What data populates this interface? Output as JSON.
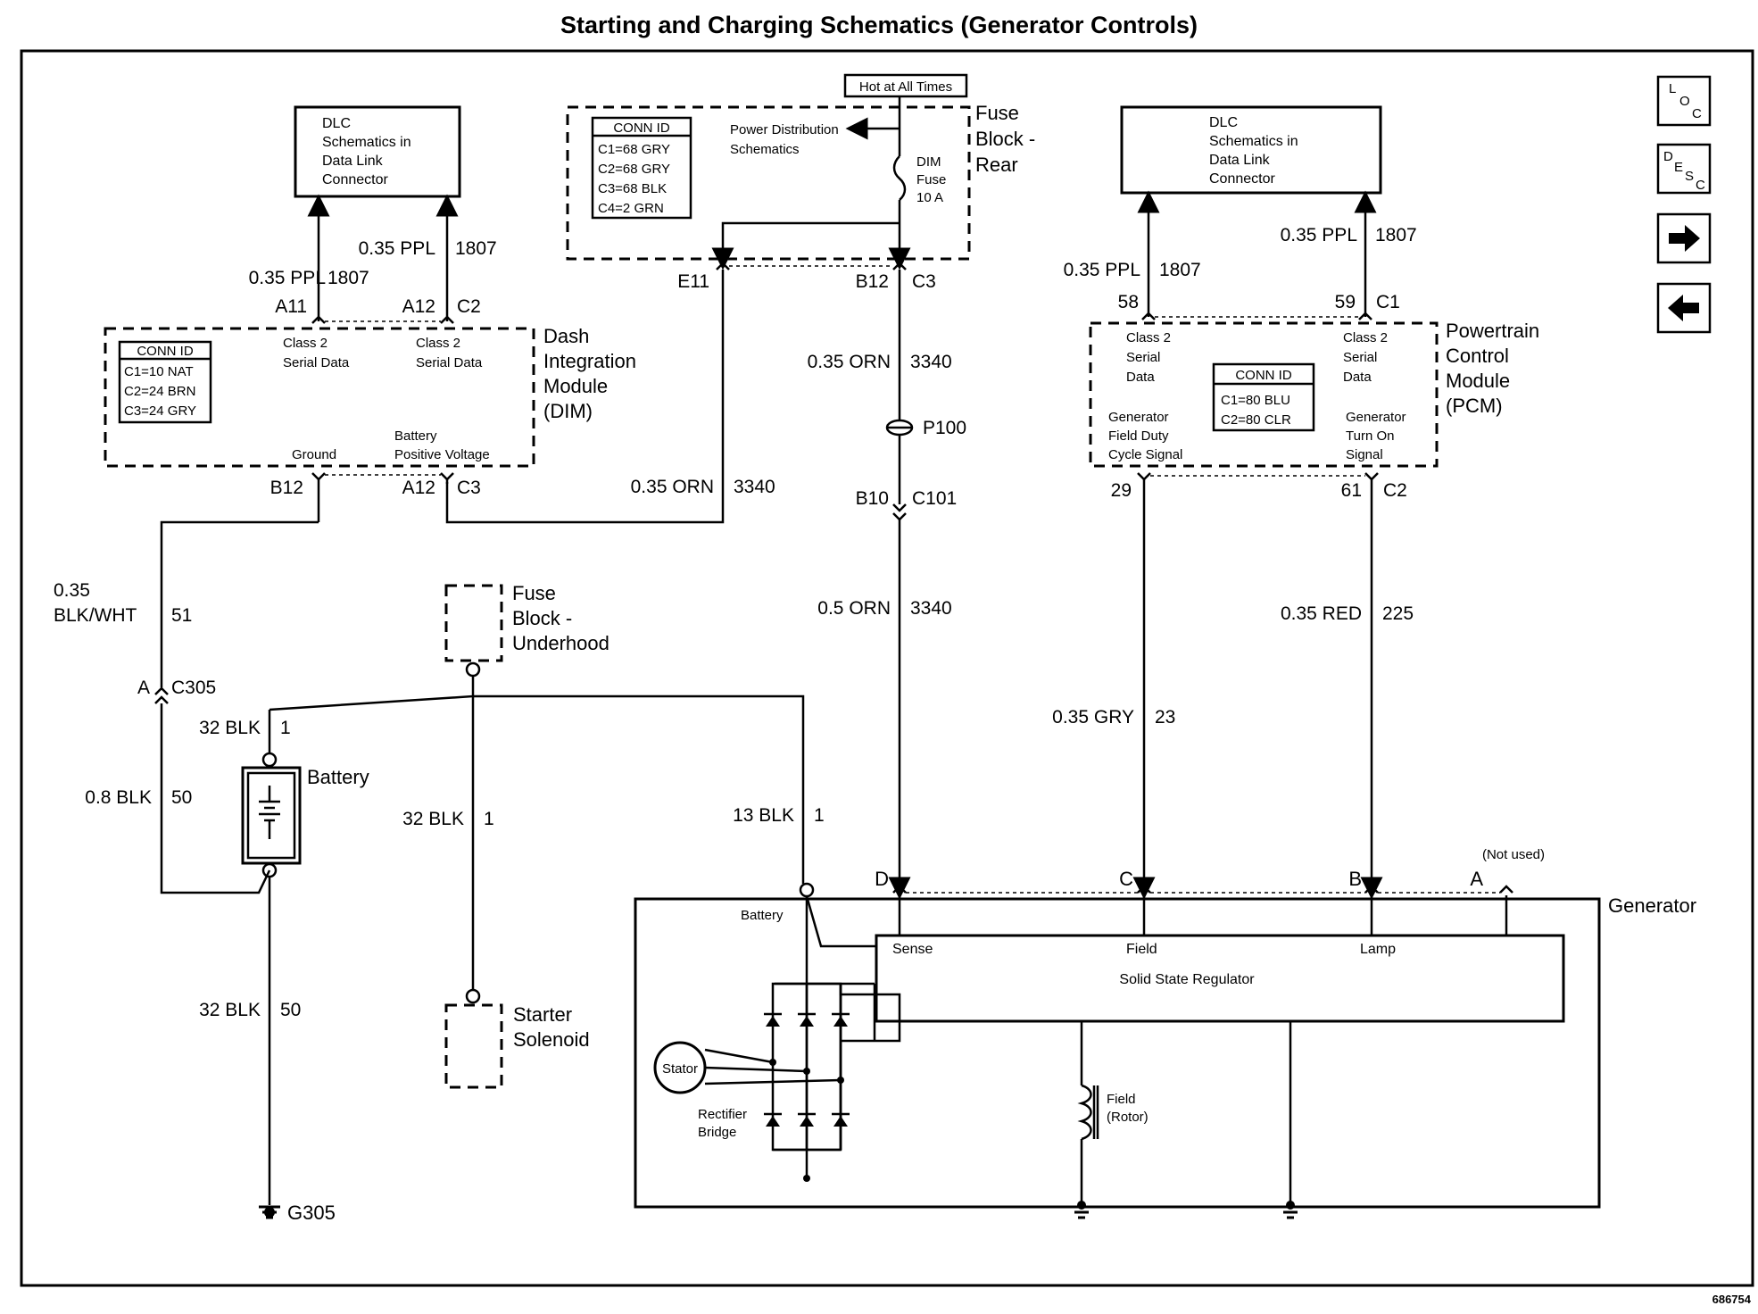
{
  "title": "Starting and Charging Schematics (Generator Controls)",
  "figure_id": "686754",
  "nav": {
    "loc": [
      "L",
      "O",
      "C"
    ],
    "desc": [
      "D",
      "E",
      "S",
      "C"
    ],
    "next_icon": "arrow-right-icon",
    "prev_icon": "arrow-left-icon"
  },
  "dlc_left": [
    "DLC",
    "Schematics in",
    "Data Link",
    "Connector"
  ],
  "dlc_right": [
    "DLC",
    "Schematics in",
    "Data Link",
    "Connector"
  ],
  "fuse_rear": {
    "hot": "Hot at All Times",
    "conn_id": "CONN ID",
    "conns": [
      "C1=68 GRY",
      "C2=68 GRY",
      "C3=68 BLK",
      "C4=2 GRN"
    ],
    "pds": [
      "Power Distribution",
      "Schematics"
    ],
    "fuse": [
      "DIM",
      "Fuse",
      "10 A"
    ],
    "name": [
      "Fuse",
      "Block -",
      "Rear"
    ]
  },
  "dim": {
    "conn_id": "CONN ID",
    "conns": [
      "C1=10 NAT",
      "C2=24 BRN",
      "C3=24 GRY"
    ],
    "sd1": [
      "Class 2",
      "Serial Data"
    ],
    "sd2": [
      "Class 2",
      "Serial Data"
    ],
    "ground": "Ground",
    "bpv": [
      "Battery",
      "Positive Voltage"
    ],
    "name": [
      "Dash",
      "Integration",
      "Module",
      "(DIM)"
    ]
  },
  "pcm": {
    "sd1": [
      "Class 2",
      "Serial",
      "Data"
    ],
    "sd2": [
      "Class 2",
      "Serial",
      "Data"
    ],
    "conn_id": "CONN ID",
    "conns": [
      "C1=80 BLU",
      "C2=80 CLR"
    ],
    "gfd": [
      "Generator",
      "Field Duty",
      "Cycle Signal"
    ],
    "gto": [
      "Generator",
      "Turn On",
      "Signal"
    ],
    "name": [
      "Powertrain",
      "Control",
      "Module",
      "(PCM)"
    ]
  },
  "pins": {
    "a11": "A11",
    "a12": "A12",
    "c2": "C2",
    "e11": "E11",
    "b12_top": "B12",
    "c3_top": "C3",
    "p58": "58",
    "p59": "59",
    "c1": "C1",
    "b12_dim": "B12",
    "a12_dim": "A12",
    "c3_dim": "C3",
    "p29": "29",
    "p61": "61",
    "c2_pcm": "C2",
    "p100": "P100",
    "b10": "B10",
    "c101": "C101",
    "a305": "A",
    "c305": "C305",
    "gen_d": "D",
    "gen_c": "C",
    "gen_b": "B",
    "gen_a": "A",
    "not_used": "(Not used)"
  },
  "wires": {
    "w1": "0.35 PPL",
    "n1": "1807",
    "w2": "0.35 PPL",
    "n2": "1807",
    "w3": "0.35 PPL",
    "n3": "1807",
    "w4": "0.35 PPL",
    "n4": "1807",
    "w5": "0.35 ORN",
    "n5": "3340",
    "w6": "0.35 ORN",
    "n6": "3340",
    "w7": "0.5 ORN",
    "n7": "3340",
    "w8a": "0.35",
    "w8b": "BLK/WHT",
    "n8": "51",
    "w9": "32 BLK",
    "n9": "1",
    "w10": "0.8 BLK",
    "n10": "50",
    "w11": "32 BLK",
    "n11": "1",
    "w12": "13 BLK",
    "n12": "1",
    "w13": "32 BLK",
    "n13": "50",
    "w14": "0.35 GRY",
    "n14": "23",
    "w15": "0.35 RED",
    "n15": "225"
  },
  "components": {
    "battery": "Battery",
    "fuse_underhood": [
      "Fuse",
      "Block -",
      "Underhood"
    ],
    "starter": [
      "Starter",
      "Solenoid"
    ],
    "g305": "G305"
  },
  "generator": {
    "name": "Generator",
    "battery": "Battery",
    "sense": "Sense",
    "field": "Field",
    "lamp": "Lamp",
    "regulator": "Solid State Regulator",
    "stator": "Stator",
    "rectifier": [
      "Rectifier",
      "Bridge"
    ],
    "rotor": [
      "Field",
      "(Rotor)"
    ]
  }
}
